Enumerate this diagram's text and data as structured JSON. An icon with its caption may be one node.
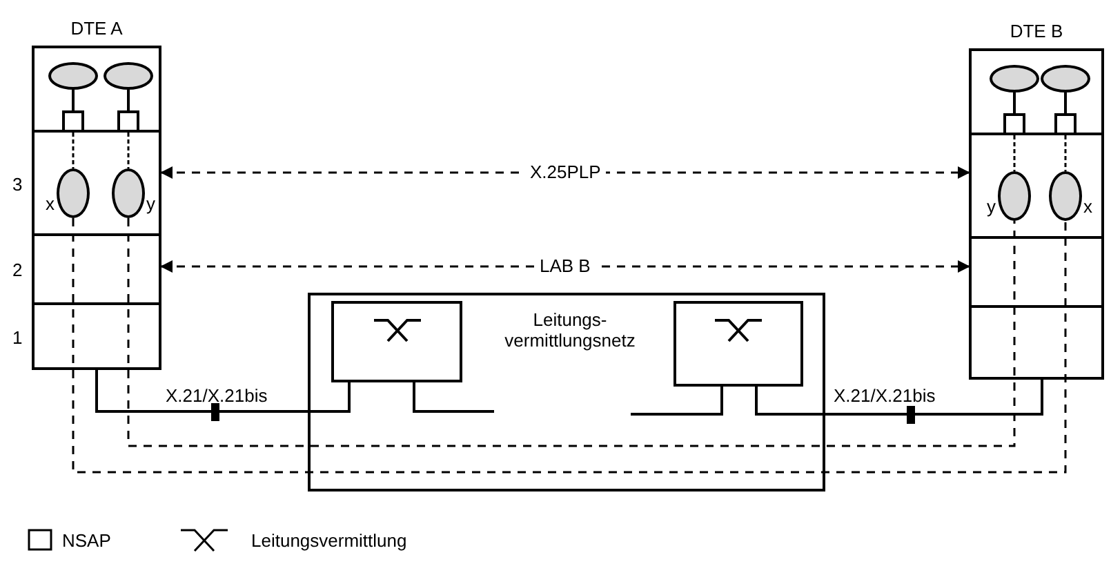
{
  "diagram": {
    "nodes": [
      {
        "text": [
          "DTE A"
        ]
      },
      {
        "text": [],
        "shape": "ellipse",
        "in": 0,
        "beside": [
          "x"
        ]
      },
      {
        "text": [],
        "shape": "ellipse",
        "in": 0,
        "beside": [
          "y"
        ]
      },
      {
        "text": [
          "Leitungs- vermittlungsnetz"
        ]
      },
      {
        "text": [],
        "shape": "box",
        "in": 3
      },
      {
        "text": [],
        "shape": "box",
        "in": 3
      },
      {
        "text": [
          "DTE B"
        ]
      },
      {
        "text": [],
        "shape": "ellipse",
        "in": 6,
        "beside": [
          "y"
        ]
      },
      {
        "text": [],
        "shape": "ellipse",
        "in": 6,
        "beside": [
          "x"
        ]
      },
      {
        "text": [],
        "shape": "ellipse",
        "in": 0
      },
      {
        "text": [],
        "shape": "ellipse",
        "in": 0
      },
      {
        "text": [],
        "shape": "box",
        "in": 0
      },
      {
        "text": [],
        "shape": "box",
        "in": 0
      },
      {
        "text": [],
        "shape": "ellipse",
        "in": 6
      },
      {
        "text": [],
        "shape": "ellipse",
        "in": 6
      },
      {
        "text": [],
        "shape": "box",
        "in": 6
      },
      {
        "text": [],
        "shape": "box",
        "in": 6
      }
    ],
    "edges": [
      {
        "from": 0,
        "to": 6,
        "arrow": "both",
        "label": "X.25PLP",
        "style": "dashed"
      },
      {
        "from": 0,
        "to": 6,
        "arrow": "both",
        "label": "LAB B",
        "style": "dashed"
      },
      {
        "from": 0,
        "to": 4,
        "arrow": "none",
        "label": "X.21/X.21bis"
      },
      {
        "from": 5,
        "to": 6,
        "arrow": "none",
        "label": "X.21/X.21bis"
      },
      {
        "from": 1,
        "to": 8,
        "arrow": "none",
        "style": "dashed"
      },
      {
        "from": 2,
        "to": 7,
        "arrow": "none",
        "style": "dashed"
      },
      {
        "from": 9,
        "to": 11,
        "arrow": "none"
      },
      {
        "from": 10,
        "to": 12,
        "arrow": "none"
      },
      {
        "from": 11,
        "to": 1,
        "arrow": "none",
        "style": "dashed"
      },
      {
        "from": 12,
        "to": 2,
        "arrow": "none",
        "style": "dashed"
      },
      {
        "from": 13,
        "to": 15,
        "arrow": "none"
      },
      {
        "from": 14,
        "to": 16,
        "arrow": "none"
      },
      {
        "from": 15,
        "to": 7,
        "arrow": "none",
        "style": "dashed"
      },
      {
        "from": 16,
        "to": 8,
        "arrow": "none",
        "style": "dashed"
      }
    ],
    "labels": [
      "3",
      "2",
      "1"
    ],
    "legend": [
      {
        "text": "NSAP"
      },
      {
        "text": "Leitungsvermittlung"
      }
    ]
  }
}
